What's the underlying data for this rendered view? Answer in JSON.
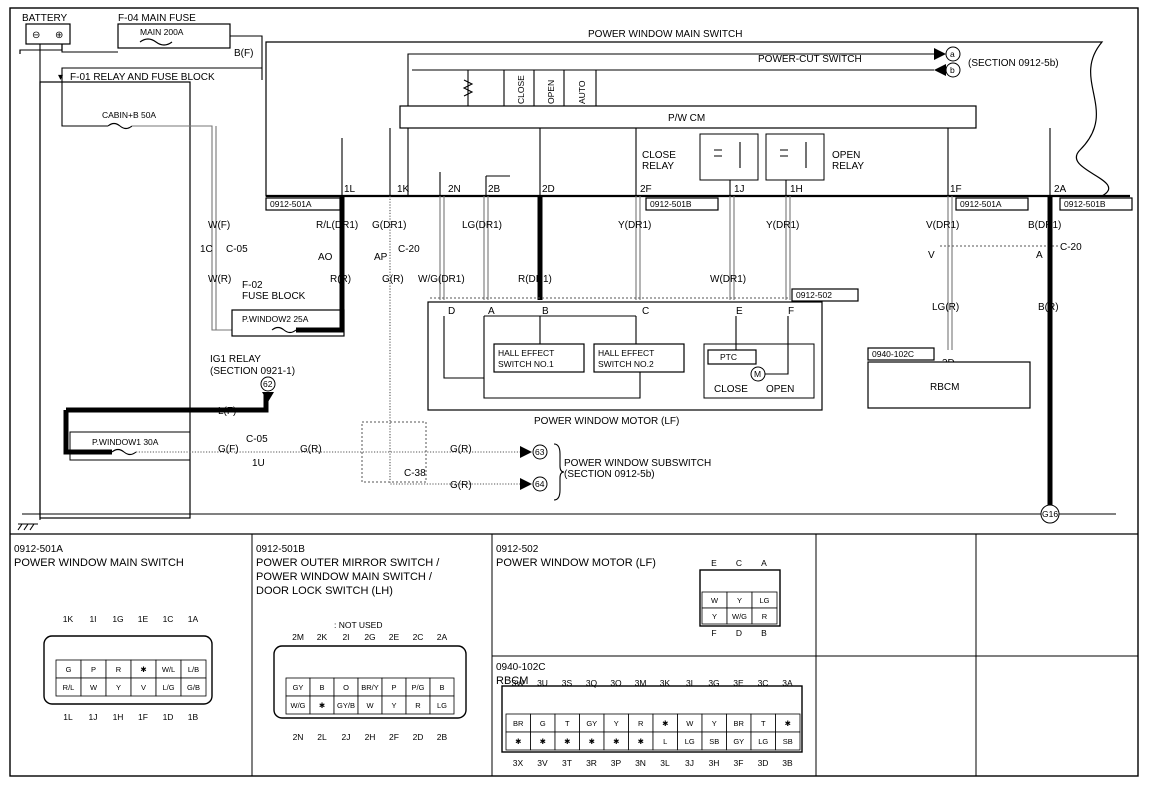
{
  "components": {
    "battery": "BATTERY",
    "main_fuse": "F-04  MAIN FUSE",
    "main_fuse_rating": "MAIN 200A",
    "relay_block": "F-01  RELAY AND FUSE BLOCK",
    "cabin_fuse": "CABIN+B 50A",
    "main_switch": "POWER WINDOW MAIN SWITCH",
    "power_cut": "POWER-CUT SWITCH",
    "section_5b": "(SECTION 0912-5b)",
    "pw_cm": "P/W CM",
    "close_relay": [
      "CLOSE",
      "RELAY"
    ],
    "open_relay": [
      "OPEN",
      "RELAY"
    ],
    "switch_labels": [
      "CLOSE",
      "OPEN",
      "AUTO"
    ],
    "fuse_block_f02": [
      "F-02",
      "FUSE BLOCK"
    ],
    "pwindow2": "P.WINDOW2 25A",
    "ig1_relay": [
      "IG1 RELAY",
      "(SECTION 0921-1)"
    ],
    "pwindow1": "P.WINDOW1 30A",
    "hall1": [
      "HALL EFFECT",
      "SWITCH NO.1"
    ],
    "hall2": [
      "HALL EFFECT",
      "SWITCH NO.2"
    ],
    "ptc": "PTC",
    "motor_close": "CLOSE",
    "motor_open": "OPEN",
    "motor_title": "POWER WINDOW MOTOR (LF)",
    "rbcm": "RBCM",
    "subswitch": [
      "POWER WINDOW SUBSWITCH",
      "(SECTION 0912-5b)"
    ],
    "ground_ref": "G16",
    "ref_a": "a",
    "ref_b": "b",
    "ref_62": "62",
    "ref_63": "63",
    "ref_64": "64",
    "motor_m": "M"
  },
  "connectors": {
    "c501a_1": "0912-501A",
    "c501b_1": "0912-501B",
    "c501a_2": "0912-501A",
    "c501b_2": "0912-501B",
    "c502": "0912-502",
    "c102c": "0940-102C",
    "c05a": "1C",
    "c05a_name": "C-05",
    "c20a": "C-20",
    "c20b": "C-20",
    "c05b": "C-05",
    "c05b_pin": "1U",
    "c38": "C-38",
    "rbcm_pin": "3D"
  },
  "pins": {
    "p1L": "1L",
    "p1K": "1K",
    "p2N": "2N",
    "p2B": "2B",
    "p2D": "2D",
    "p2F": "2F",
    "p1J": "1J",
    "p1H": "1H",
    "p1F": "1F",
    "p2A": "2A",
    "m_D": "D",
    "m_A": "A",
    "m_B": "B",
    "m_C": "C",
    "m_E": "E",
    "m_F": "F",
    "AO": "AO",
    "AP": "AP",
    "V": "V",
    "A": "A"
  },
  "wires": {
    "bf": "B(F)",
    "wf": "W(F)",
    "wr": "W(R)",
    "rl_dr1": "R/L(DR1)",
    "g_dr1": "G(DR1)",
    "rr": "R(R)",
    "gr": "G(R)",
    "lg_dr1": "LG(DR1)",
    "wg_dr1": "W/G(DR1)",
    "r_dr1": "R(DR1)",
    "y_dr1_a": "Y(DR1)",
    "w_dr1": "W(DR1)",
    "y_dr1_b": "Y(DR1)",
    "v_dr1": "V(DR1)",
    "b_dr1": "B(DR1)",
    "lg_r": "LG(R)",
    "b_r": "B(R)",
    "lf": "L(F)",
    "gf": "G(F)",
    "gr2": "G(R)",
    "gr3": "G(R)",
    "gr4": "G(R)"
  },
  "tables": {
    "t1": {
      "code": "0912-501A",
      "name": "POWER WINDOW MAIN SWITCH",
      "top_pins": [
        "1K",
        "1I",
        "1G",
        "1E",
        "1C",
        "1A"
      ],
      "bottom_pins": [
        "1L",
        "1J",
        "1H",
        "1F",
        "1D",
        "1B"
      ],
      "row1": [
        "G",
        "P",
        "R",
        "✱",
        "W/L",
        "L/B"
      ],
      "row2": [
        "R/L",
        "W",
        "Y",
        "V",
        "L/G",
        "G/B"
      ]
    },
    "t2": {
      "code": "0912-501B",
      "name": [
        "POWER OUTER MIRROR SWITCH /",
        "POWER WINDOW MAIN SWITCH /",
        "DOOR LOCK SWITCH (LH)"
      ],
      "note": ": NOT USED",
      "top_pins": [
        "2M",
        "2K",
        "2I",
        "2G",
        "2E",
        "2C",
        "2A"
      ],
      "bottom_pins": [
        "2N",
        "2L",
        "2J",
        "2H",
        "2F",
        "2D",
        "2B"
      ],
      "row1": [
        "GY",
        "B",
        "O",
        "BR/Y",
        "P",
        "P/G",
        "B"
      ],
      "row2": [
        "W/G",
        "✱",
        "GY/B",
        "W",
        "Y",
        "R",
        "LG"
      ]
    },
    "t3": {
      "code": "0912-502",
      "name": "POWER WINDOW MOTOR (LF)",
      "top_pins": [
        "E",
        "C",
        "A"
      ],
      "bottom_pins": [
        "F",
        "D",
        "B"
      ],
      "row1": [
        "W",
        "Y",
        "LG"
      ],
      "row2": [
        "Y",
        "W/G",
        "R"
      ]
    },
    "t4": {
      "code": "0940-102C",
      "name": "RBCM",
      "top_pins": [
        "3W",
        "3U",
        "3S",
        "3Q",
        "3O",
        "3M",
        "3K",
        "3I",
        "3G",
        "3E",
        "3C",
        "3A"
      ],
      "bottom_pins": [
        "3X",
        "3V",
        "3T",
        "3R",
        "3P",
        "3N",
        "3L",
        "3J",
        "3H",
        "3F",
        "3D",
        "3B"
      ],
      "row1": [
        "BR",
        "G",
        "T",
        "GY",
        "Y",
        "R",
        "✱",
        "W",
        "Y",
        "BR",
        "T",
        "✱"
      ],
      "row2": [
        "✱",
        "✱",
        "✱",
        "✱",
        "✱",
        "✱",
        "L",
        "LG",
        "SB",
        "GY",
        "LG",
        "SB"
      ]
    }
  }
}
